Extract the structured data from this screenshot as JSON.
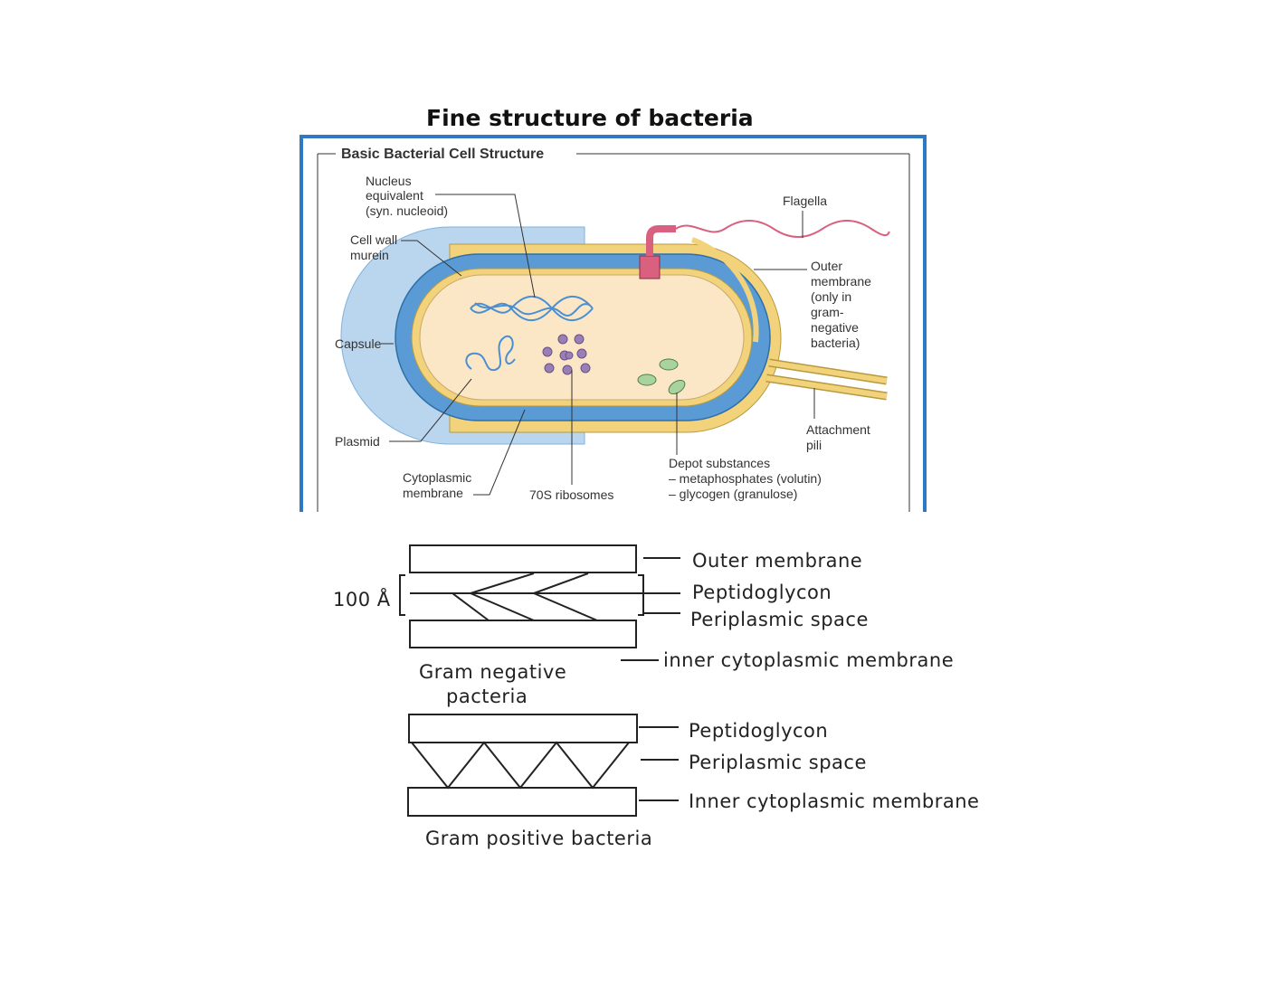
{
  "title": "Fine structure of bacteria",
  "cell_figure": {
    "heading": "Basic Bacterial Cell Structure",
    "labels": {
      "nucleus_1": "Nucleus",
      "nucleus_2": "equivalent",
      "nucleus_3": "(syn. nucleoid)",
      "cellwall_1": "Cell wall",
      "cellwall_2": "murein",
      "capsule": "Capsule",
      "plasmid": "Plasmid",
      "cytoplasmic_1": "Cytoplasmic",
      "cytoplasmic_2": "membrane",
      "ribosomes": "70S ribosomes",
      "flagella": "Flagella",
      "outer_1": "Outer",
      "outer_2": "membrane",
      "outer_3": "(only in",
      "outer_4": "gram-",
      "outer_5": "negative",
      "outer_6": "bacteria)",
      "pili_1": "Attachment",
      "pili_2": "pili",
      "depot_1": "Depot substances",
      "depot_2": "– metaphosphates (volutin)",
      "depot_3": "– glycogen (granulose)"
    }
  },
  "wall_diagram": {
    "thickness_label": "100 Å",
    "gram_negative": {
      "outer_membrane": "Outer membrane",
      "peptidoglycon": "Peptidoglycon",
      "periplasmic": "Periplasmic space",
      "inner": "inner cytoplasmic membrane",
      "caption_1": "Gram negative",
      "caption_2": "pacteria"
    },
    "gram_positive": {
      "peptidoglycon": "Peptidoglycon",
      "periplasmic": "Periplasmic space",
      "inner": "Inner cytoplasmic membrane",
      "caption": "Gram positive bacteria"
    }
  },
  "colors": {
    "frame": "#2f78c4",
    "capsule": "#b9d6ee",
    "cell_wall": "#5b9bd5",
    "membrane": "#f2d27a",
    "cytoplasm": "#fbe6c6",
    "flagellum": "#d9607e",
    "ribosome": "#9a7fb5",
    "depot": "#a9d39e"
  }
}
